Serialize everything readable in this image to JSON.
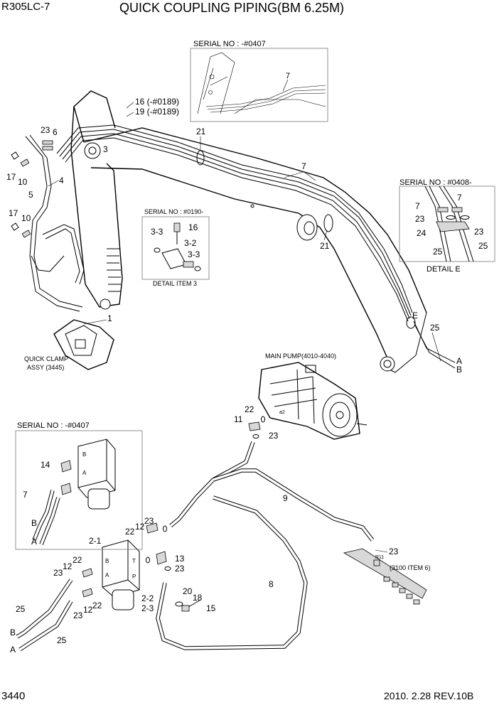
{
  "header": {
    "model": "R305LC-7",
    "title": "QUICK COUPLING PIPING(BM 6.25M)"
  },
  "footer": {
    "page": "3440",
    "date_rev": "2010. 2.28  REV.10B"
  },
  "insets": {
    "serial_top": "SERIAL NO : -#0407",
    "serial_right": "SERIAL NO : #0408-",
    "detail_e": "DETAIL  E",
    "serial_mid": "SERIAL NO : #0190-",
    "detail_item3": "DETAIL ITEM 3",
    "serial_left": "SERIAL NO : -#0407"
  },
  "notes": {
    "quick_clamp_1": "QUICK CLAMP",
    "quick_clamp_2": "ASSY (3445)",
    "main_pump": "MAIN PUMP(4010-4040)",
    "item_3100": "(3100 ITEM 6)",
    "r11": "R11",
    "a2": "a2"
  },
  "callouts": {
    "c16": "16 (-#0189)",
    "c19": "19 (-#0189)",
    "c23a": "23",
    "c6": "6",
    "c3": "3",
    "c21a": "21",
    "c21b": "21",
    "c7a": "7",
    "c7top": "7",
    "c17a": "17",
    "c10a": "10",
    "c5": "5",
    "c4": "4",
    "c17b": "17",
    "c10b": "10",
    "c1": "1",
    "c33a": "3-3",
    "c16b": "16",
    "c32": "3-2",
    "c33b": "3-3",
    "cE": "E",
    "c25e": "25",
    "cA1": "A",
    "cB1": "B",
    "d7a": "7",
    "d7b": "7",
    "d23a": "23",
    "d24": "24",
    "d23b": "23",
    "d25a": "25",
    "d25b": "25",
    "p22": "22",
    "p11": "11",
    "p23": "23",
    "c9": "9",
    "c23r": "23",
    "l14": "14",
    "l7": "7",
    "lB": "B",
    "lA": "A",
    "v21": "2-1",
    "v22": "22",
    "v12": "12",
    "v23": "23",
    "v13": "13",
    "v23b": "23",
    "v22b": "22",
    "v12b": "12",
    "v23c": "23",
    "v22c": "22",
    "v12c": "12",
    "v23d": "23",
    "v2_2": "2-2",
    "v2_3": "2-3",
    "c20": "20",
    "c18": "18",
    "c15": "15",
    "c8": "8",
    "b25": "25",
    "bB": "B",
    "bA": "A",
    "b25b": "25",
    "portT": "T",
    "portP": "P",
    "portA": "A",
    "portB": "B",
    "lportA": "A",
    "lportB": "B"
  }
}
